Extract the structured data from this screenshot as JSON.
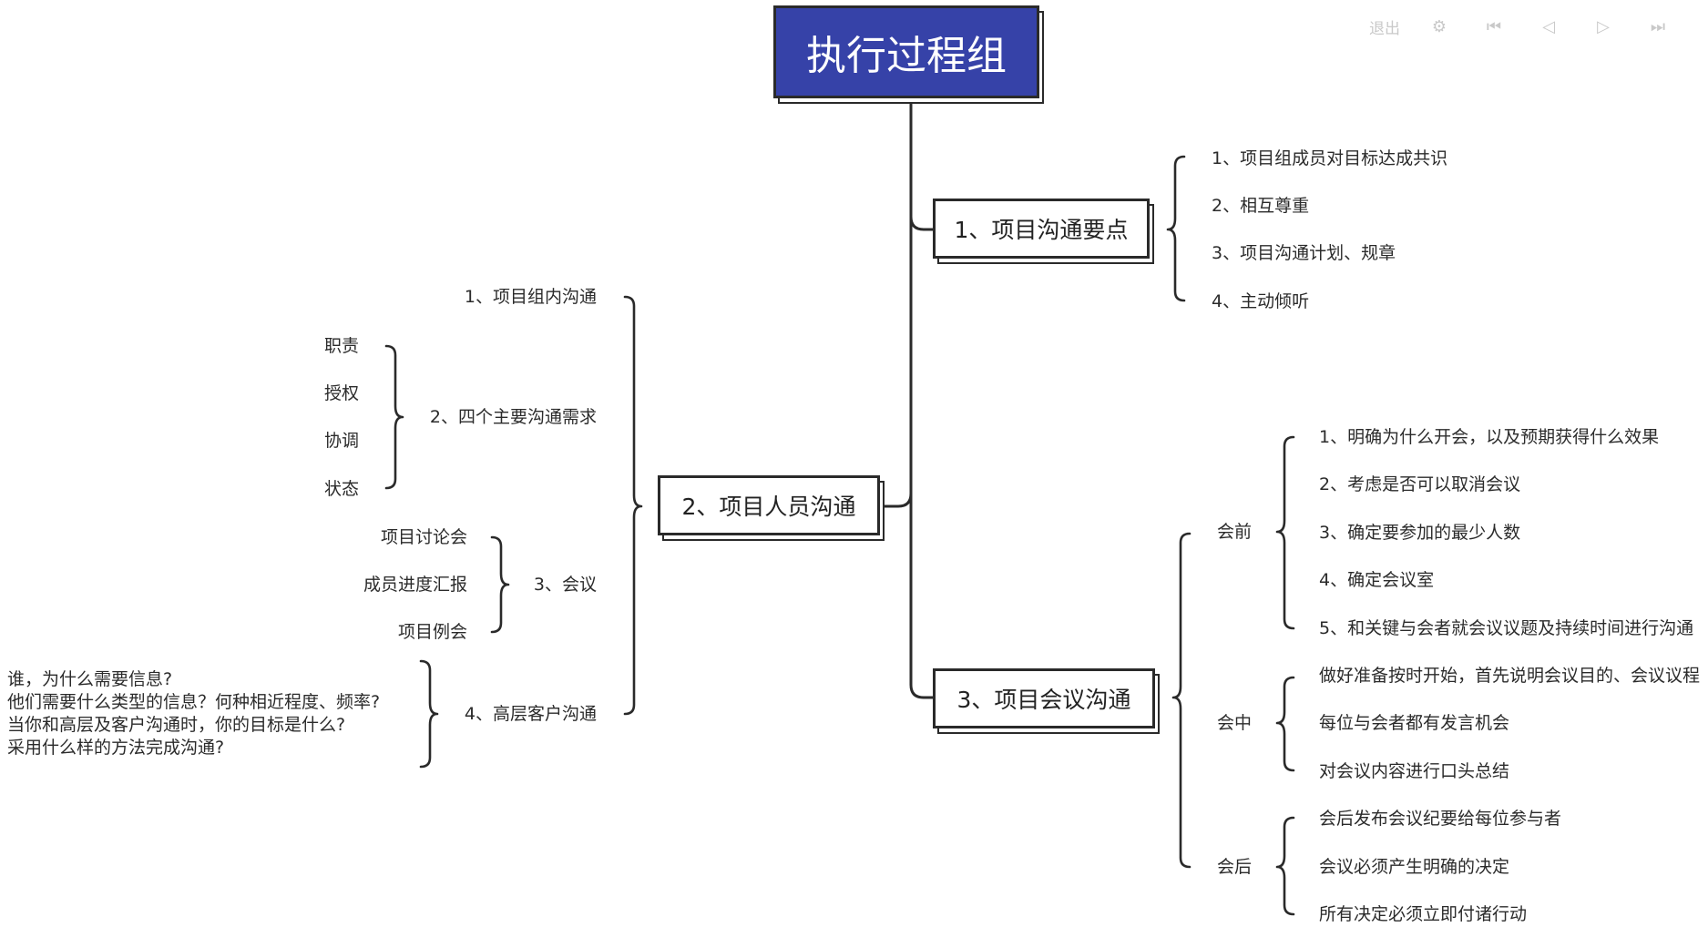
{
  "root": "执行过程组",
  "toolbar": {
    "exit": "退出",
    "settings_icon": "gear-icon",
    "first_icon": "skip-back-icon",
    "prev_icon": "triangle-left-icon",
    "next_icon": "triangle-right-icon",
    "last_icon": "skip-forward-icon"
  },
  "branch1": {
    "title": "1、项目沟通要点",
    "items": [
      "1、项目组成员对目标达成共识",
      "2、相互尊重",
      "3、项目沟通计划、规章",
      "4、主动倾听"
    ]
  },
  "branch2": {
    "title": "2、项目人员沟通",
    "sub1": "1、项目组内沟通",
    "sub2": {
      "label": "2、四个主要沟通需求",
      "items": [
        "职责",
        "授权",
        "协调",
        "状态"
      ]
    },
    "sub3": {
      "label": "3、会议",
      "items": [
        "项目讨论会",
        "成员进度汇报",
        "项目例会"
      ]
    },
    "sub4": {
      "label": "4、高层客户沟通",
      "lines": [
        "谁，为什么需要信息?",
        "他们需要什么类型的信息？何种相近程度、频率?",
        "当你和高层及客户沟通时，你的目标是什么?",
        "采用什么样的方法完成沟通?"
      ]
    }
  },
  "branch3": {
    "title": "3、项目会议沟通",
    "before": {
      "label": "会前",
      "items": [
        "1、明确为什么开会，以及预期获得什么效果",
        "2、考虑是否可以取消会议",
        "3、确定要参加的最少人数",
        "4、确定会议室",
        "5、和关键与会者就会议议题及持续时间进行沟通"
      ]
    },
    "during": {
      "label": "会中",
      "items": [
        "做好准备按时开始，首先说明会议目的、会议议程",
        "每位与会者都有发言机会",
        "对会议内容进行口头总结"
      ]
    },
    "after": {
      "label": "会后",
      "items": [
        "会后发布会议纪要给每位参与者",
        "会议必须产生明确的决定",
        "所有决定必须立即付诸行动"
      ]
    }
  }
}
